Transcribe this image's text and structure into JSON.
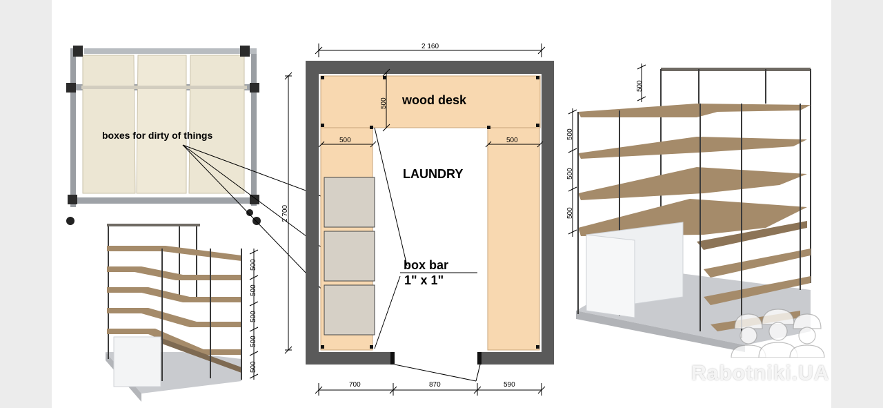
{
  "plan": {
    "room_label": "LAUNDRY",
    "desk_label": "wood desk",
    "bar_label_line1": "box bar",
    "bar_label_line2": "1\"  x  1\"",
    "dims": {
      "total_width": "2 160",
      "total_height": "2 700",
      "desk_depth": "500",
      "left_shelf_width": "500",
      "right_shelf_width": "500",
      "bottom_left": "700",
      "door_width": "870",
      "bottom_right": "590"
    }
  },
  "hamper": {
    "label": "boxes for dirty of things"
  },
  "left_render": {
    "shelf_spacings": [
      "500",
      "500",
      "500",
      "500",
      "500"
    ]
  },
  "right_render": {
    "top_spacing": "500",
    "shelf_spacings": [
      "500",
      "500",
      "500"
    ]
  },
  "watermark": "Rabotniki.UA",
  "colors": {
    "wall": "#5a5a5a",
    "wood_fill": "#f8d8b0",
    "box_fill": "#d6d0c6",
    "timber": "#a58b6a",
    "frame": "#3a3a3a",
    "floor": "#c9cbcf"
  }
}
